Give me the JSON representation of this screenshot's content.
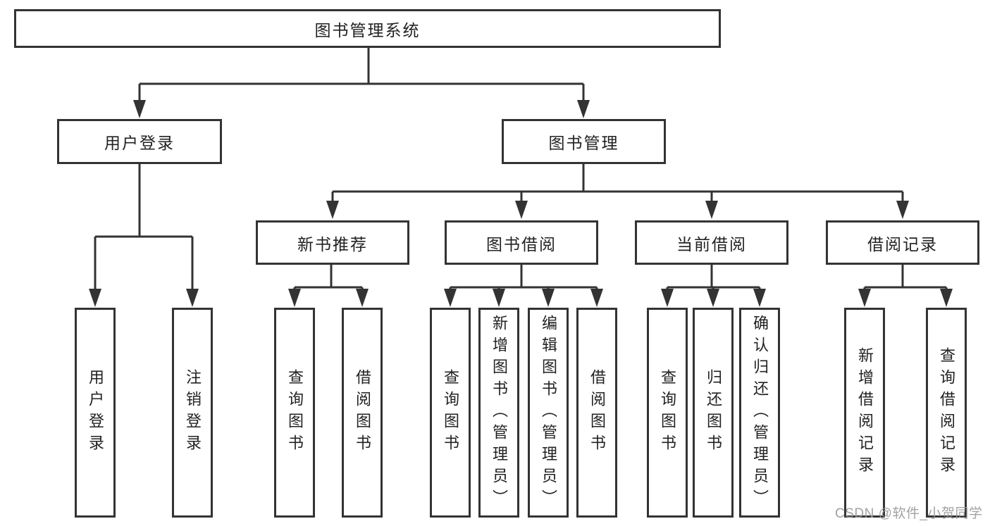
{
  "diagram": {
    "title_node": {
      "label": "图书管理系统"
    },
    "level2": {
      "user_login": {
        "label": "用户登录"
      },
      "book_mgmt": {
        "label": "图书管理"
      }
    },
    "level3": {
      "new_book_rec": {
        "label": "新书推荐",
        "parent": "图书管理"
      },
      "book_borrow": {
        "label": "图书借阅",
        "parent": "图书管理"
      },
      "current_borrow": {
        "label": "当前借阅",
        "parent": "图书管理"
      },
      "borrow_records": {
        "label": "借阅记录",
        "parent": "图书管理"
      }
    },
    "leaves": {
      "ul_login": {
        "label": "用户登录",
        "parent": "用户登录"
      },
      "ul_logout": {
        "label": "注销登录",
        "parent": "用户登录"
      },
      "nbr_query": {
        "label": "查询图书",
        "parent": "新书推荐"
      },
      "nbr_borrow": {
        "label": "借阅图书",
        "parent": "新书推荐"
      },
      "bb_query": {
        "label": "查询图书",
        "parent": "图书借阅"
      },
      "bb_add": {
        "label": "新增图书（管理员）",
        "parent": "图书借阅"
      },
      "bb_edit": {
        "label": "编辑图书（管理员）",
        "parent": "图书借阅"
      },
      "bb_borrow": {
        "label": "借阅图书",
        "parent": "图书借阅"
      },
      "cb_query": {
        "label": "查询图书",
        "parent": "当前借阅"
      },
      "cb_return": {
        "label": "归还图书",
        "parent": "当前借阅"
      },
      "cb_confirm": {
        "label": "确认归还（管理员）",
        "parent": "当前借阅"
      },
      "br_add": {
        "label": "新增借阅记录",
        "parent": "借阅记录"
      },
      "br_query": {
        "label": "查询借阅记录",
        "parent": "借阅记录"
      }
    }
  },
  "watermark": {
    "text": "CSDN @软件_小贺同学"
  },
  "colors": {
    "line": "#333333",
    "box_border": "#333333",
    "box_background": "#ffffff",
    "text": "#222222",
    "watermark": "#989898"
  }
}
